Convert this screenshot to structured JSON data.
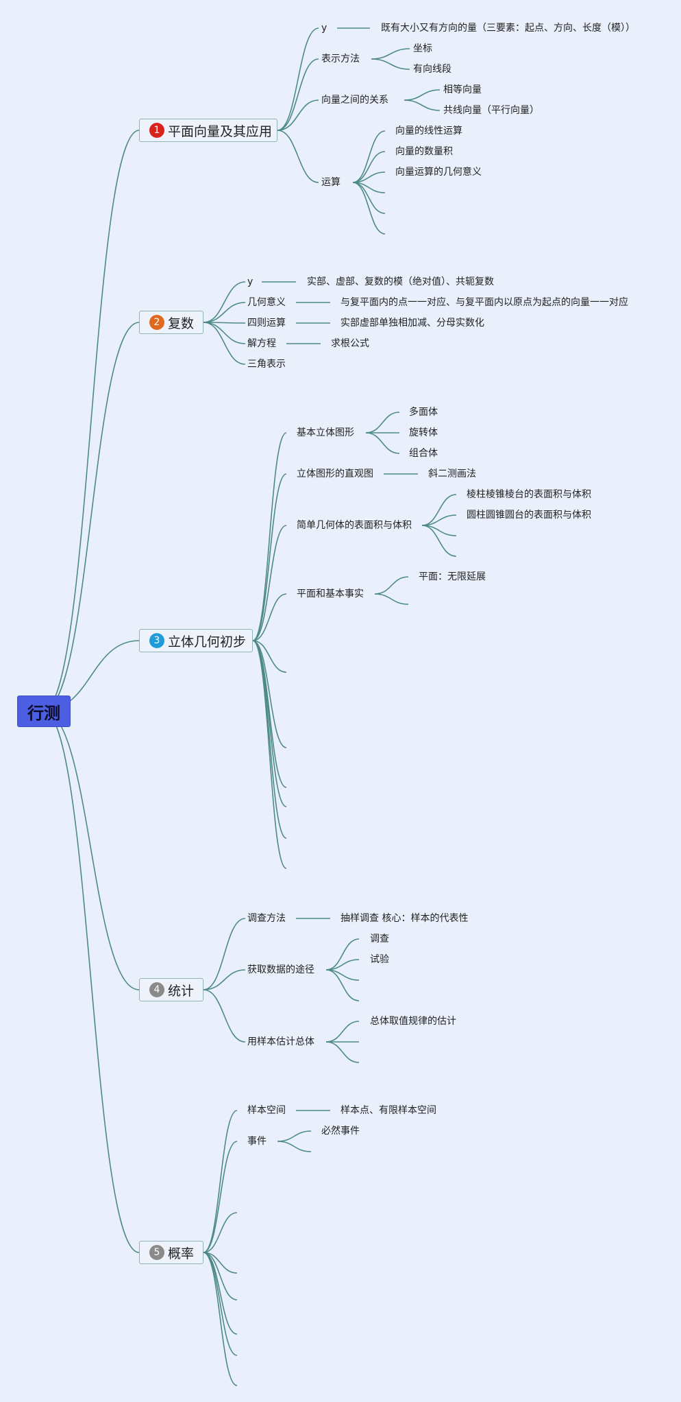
{
  "root": {
    "label": "行测",
    "color": "#4c5fe2"
  },
  "edge_color": "#4d8a86",
  "topics": [
    {
      "id": "t1",
      "num": "1",
      "num_color": "#d8241c",
      "label": "平面向量及其应用",
      "l1": [
        "y",
        "表示方法",
        "向量之间的关系",
        "运算"
      ],
      "details": [
        "既有大小又有方向的量（三要素：起点、方向、长度（模））",
        "坐标",
        "有向线段",
        "相等向量",
        "共线向量（平行向量）",
        "向量的线性运算",
        "向量的数量积",
        "向量运算的几何意义"
      ]
    },
    {
      "id": "t2",
      "num": "2",
      "num_color": "#e0691e",
      "label": "复数",
      "l1": [
        "y",
        "几何意义",
        "四则运算",
        "解方程",
        "三角表示"
      ],
      "details": [
        "实部、虚部、复数的模（绝对值）、共轭复数",
        "与复平面内的点一一对应、与复平面内以原点为起点的向量一一对应",
        "实部虚部单独相加减、分母实数化",
        "求根公式"
      ]
    },
    {
      "id": "t3",
      "num": "3",
      "num_color": "#1e9bd8",
      "label": "立体几何初步",
      "l1": [
        "基本立体图形",
        "立体图形的直观图",
        "简单几何体的表面积与体积",
        "平面和基本事实"
      ],
      "details": [
        "多面体",
        "旋转体",
        "组合体",
        "斜二测画法",
        "棱柱棱锥棱台的表面积与体积",
        "圆柱圆锥圆台的表面积与体积",
        "平面：无限延展"
      ]
    },
    {
      "id": "t4",
      "num": "4",
      "num_color": "#8a8a8a",
      "label": "统计",
      "l1": [
        "调查方法",
        "获取数据的途径",
        "用样本估计总体"
      ],
      "details": [
        "抽样调查 核心：样本的代表性",
        "调查",
        "试验",
        "总体取值规律的估计"
      ]
    },
    {
      "id": "t5",
      "num": "5",
      "num_color": "#8a8a8a",
      "label": "概率",
      "l1": [
        "样本空间",
        "事件"
      ],
      "details": [
        "样本点、有限样本空间",
        "必然事件"
      ]
    }
  ]
}
